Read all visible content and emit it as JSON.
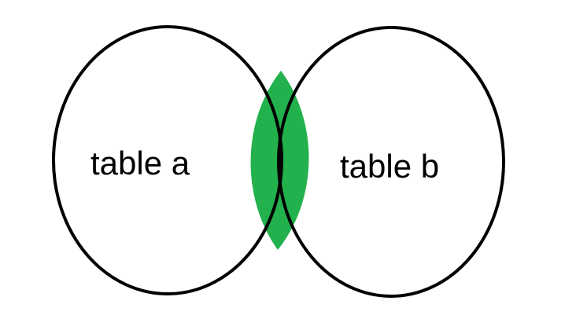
{
  "diagram": {
    "type": "venn",
    "sets": [
      {
        "id": "a",
        "label": "table a"
      },
      {
        "id": "b",
        "label": "table b"
      }
    ],
    "highlighted_region": "intersection",
    "colors": {
      "background": "#ffffff",
      "outline": "#000000",
      "intersection_fill": "#22b14c"
    }
  }
}
